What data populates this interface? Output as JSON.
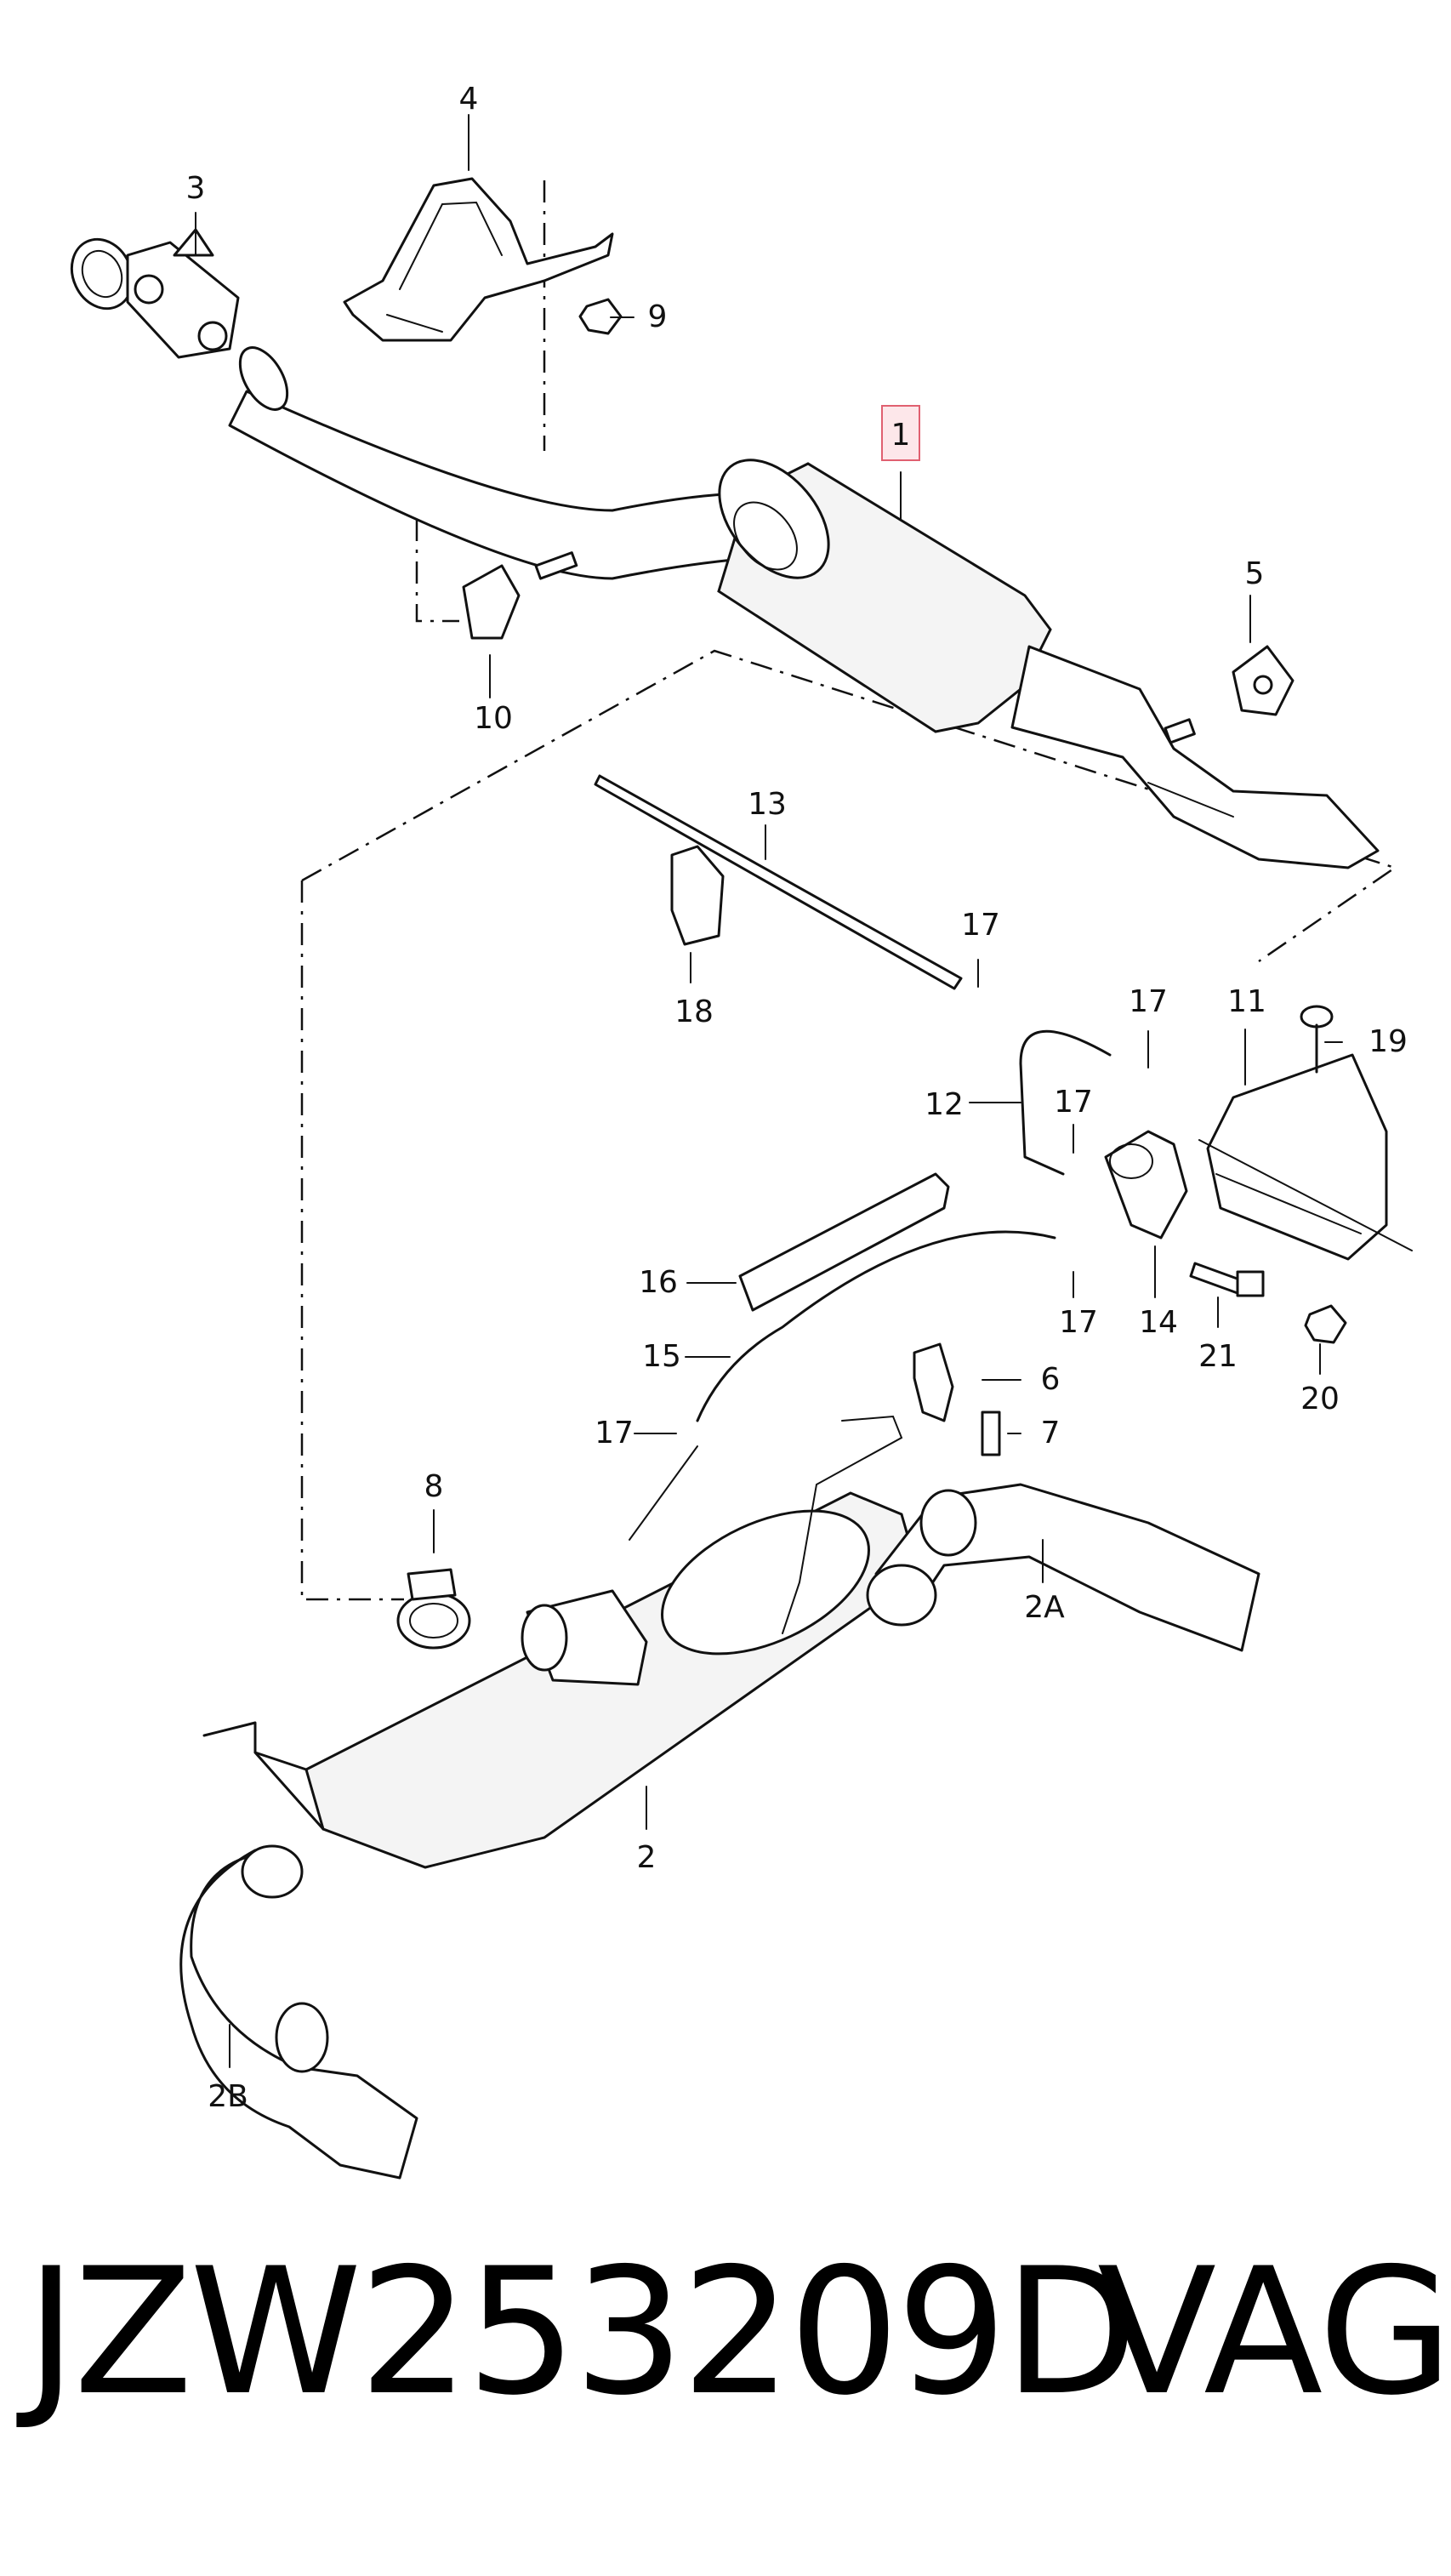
{
  "diagram": {
    "highlight_color": "#e06070",
    "callouts": [
      {
        "id": "1",
        "label": "1",
        "highlighted": true
      },
      {
        "id": "2",
        "label": "2"
      },
      {
        "id": "2A",
        "label": "2A"
      },
      {
        "id": "2B",
        "label": "2B"
      },
      {
        "id": "3",
        "label": "3"
      },
      {
        "id": "4",
        "label": "4"
      },
      {
        "id": "5",
        "label": "5"
      },
      {
        "id": "6",
        "label": "6"
      },
      {
        "id": "7",
        "label": "7"
      },
      {
        "id": "8",
        "label": "8"
      },
      {
        "id": "9",
        "label": "9"
      },
      {
        "id": "10",
        "label": "10"
      },
      {
        "id": "11",
        "label": "11"
      },
      {
        "id": "12",
        "label": "12"
      },
      {
        "id": "13",
        "label": "13"
      },
      {
        "id": "14",
        "label": "14"
      },
      {
        "id": "15",
        "label": "15"
      },
      {
        "id": "16",
        "label": "16"
      },
      {
        "id": "17a",
        "label": "17"
      },
      {
        "id": "17b",
        "label": "17"
      },
      {
        "id": "17c",
        "label": "17"
      },
      {
        "id": "17d",
        "label": "17"
      },
      {
        "id": "17e",
        "label": "17"
      },
      {
        "id": "18",
        "label": "18"
      },
      {
        "id": "19",
        "label": "19"
      },
      {
        "id": "20",
        "label": "20"
      },
      {
        "id": "21",
        "label": "21"
      }
    ]
  },
  "footer": {
    "part_number": "JZW253209D",
    "brand": "VAG"
  }
}
